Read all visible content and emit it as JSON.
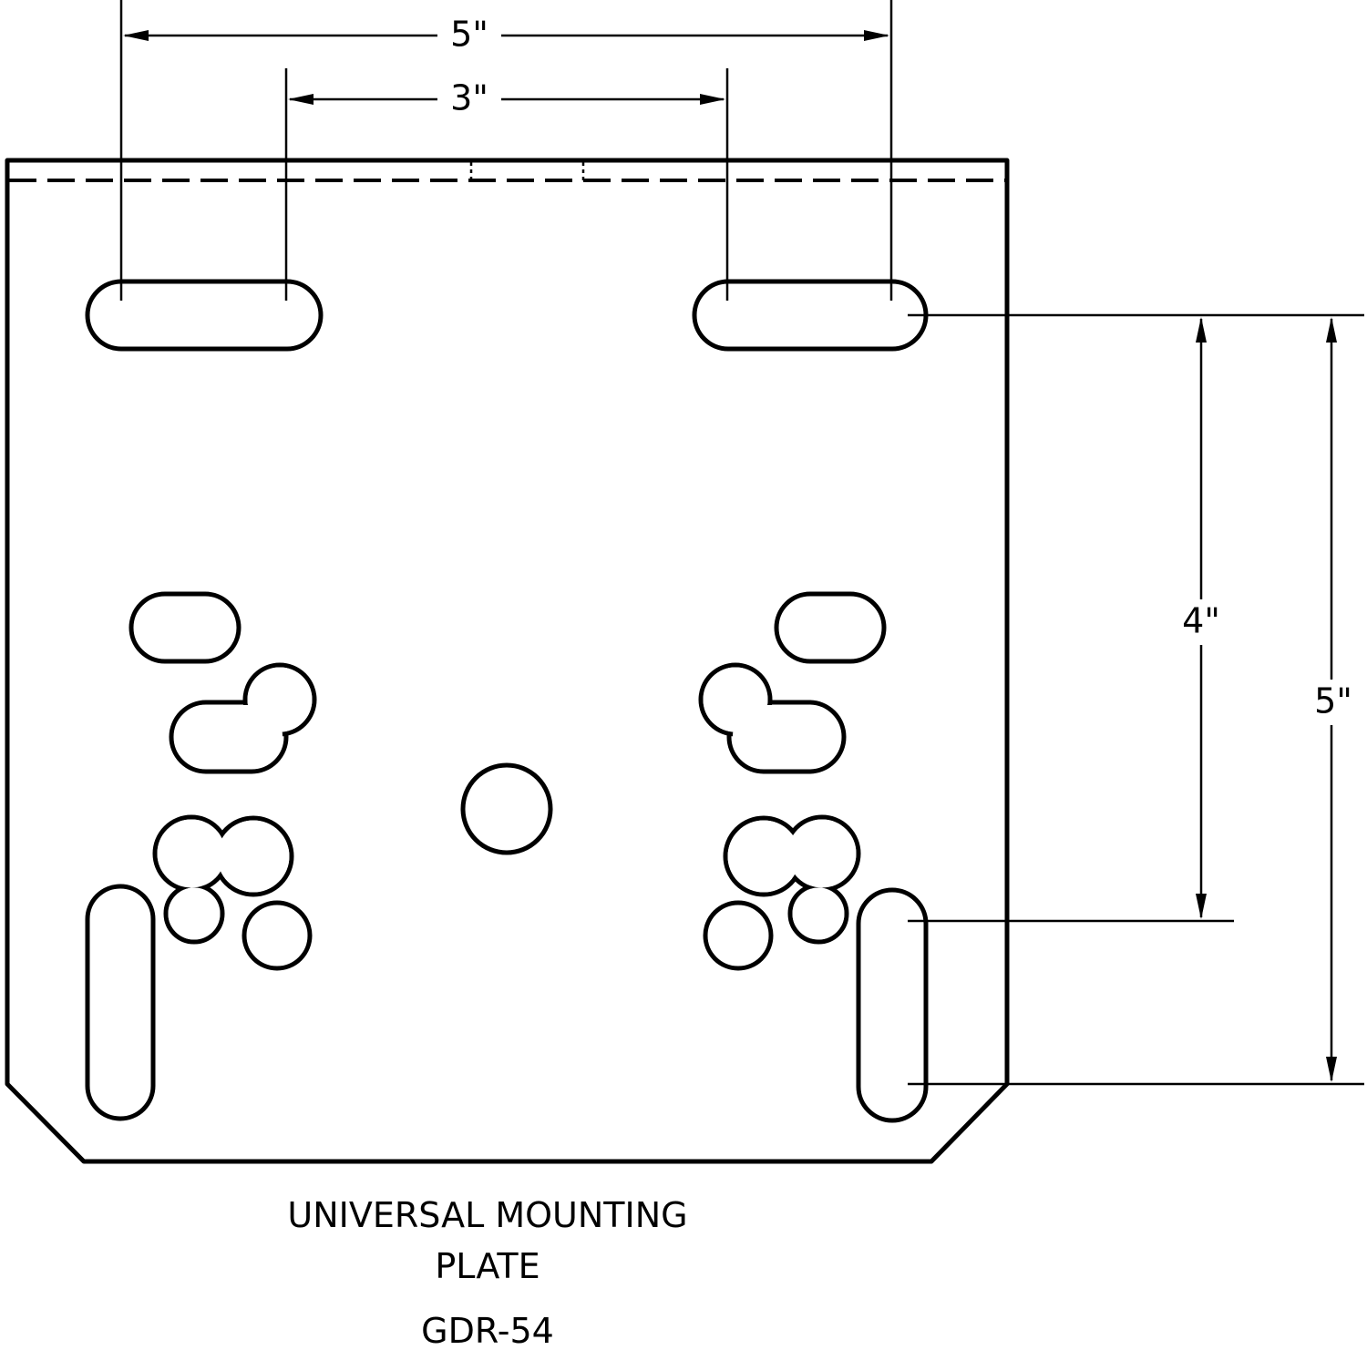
{
  "dimensions": {
    "outer_width": "5\"",
    "inner_width": "3\"",
    "slot_spacing_vertical": "4\"",
    "outer_vertical": "5\""
  },
  "title": {
    "line1": "UNIVERSAL MOUNTING",
    "line2": "PLATE",
    "model": "GDR-54"
  }
}
